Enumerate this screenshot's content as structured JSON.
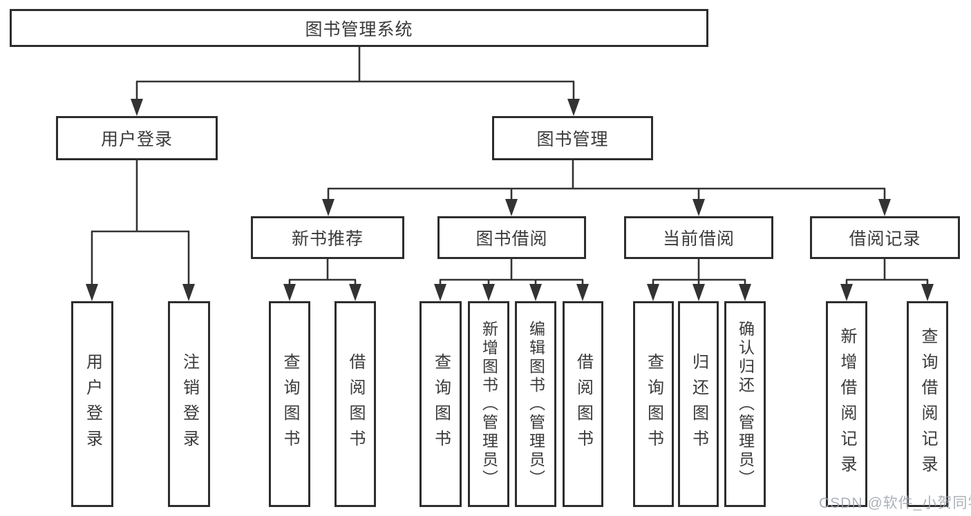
{
  "diagram": {
    "root": {
      "label": "图书管理系统"
    },
    "user_login": {
      "label": "用户登录",
      "children": {
        "login": {
          "label": "用户登录"
        },
        "logout": {
          "label": "注销登录"
        }
      }
    },
    "book_mgmt": {
      "label": "图书管理",
      "children": {
        "new_books": {
          "label": "新书推荐",
          "children": {
            "query": {
              "label": "查询图书"
            },
            "borrow": {
              "label": "借阅图书"
            }
          }
        },
        "book_borrow": {
          "label": "图书借阅",
          "children": {
            "query": {
              "label": "查询图书"
            },
            "add": {
              "label": "新增图书（管理员）"
            },
            "edit": {
              "label": "编辑图书（管理员）"
            },
            "borrow": {
              "label": "借阅图书"
            }
          }
        },
        "current_borrow": {
          "label": "当前借阅",
          "children": {
            "query": {
              "label": "查询图书"
            },
            "return": {
              "label": "归还图书"
            },
            "confirm": {
              "label": "确认归还（管理员）"
            }
          }
        },
        "borrow_records": {
          "label": "借阅记录",
          "children": {
            "add": {
              "label": "新增借阅记录"
            },
            "query": {
              "label": "查询借阅记录"
            }
          }
        }
      }
    }
  },
  "watermark": "CSDN @软件_小贺同学",
  "colors": {
    "line": "#333333",
    "box_border": "#2d2d2d",
    "box_background": "#ffffff",
    "text": "#3a3a3a",
    "watermark": "#9ea3ab"
  }
}
